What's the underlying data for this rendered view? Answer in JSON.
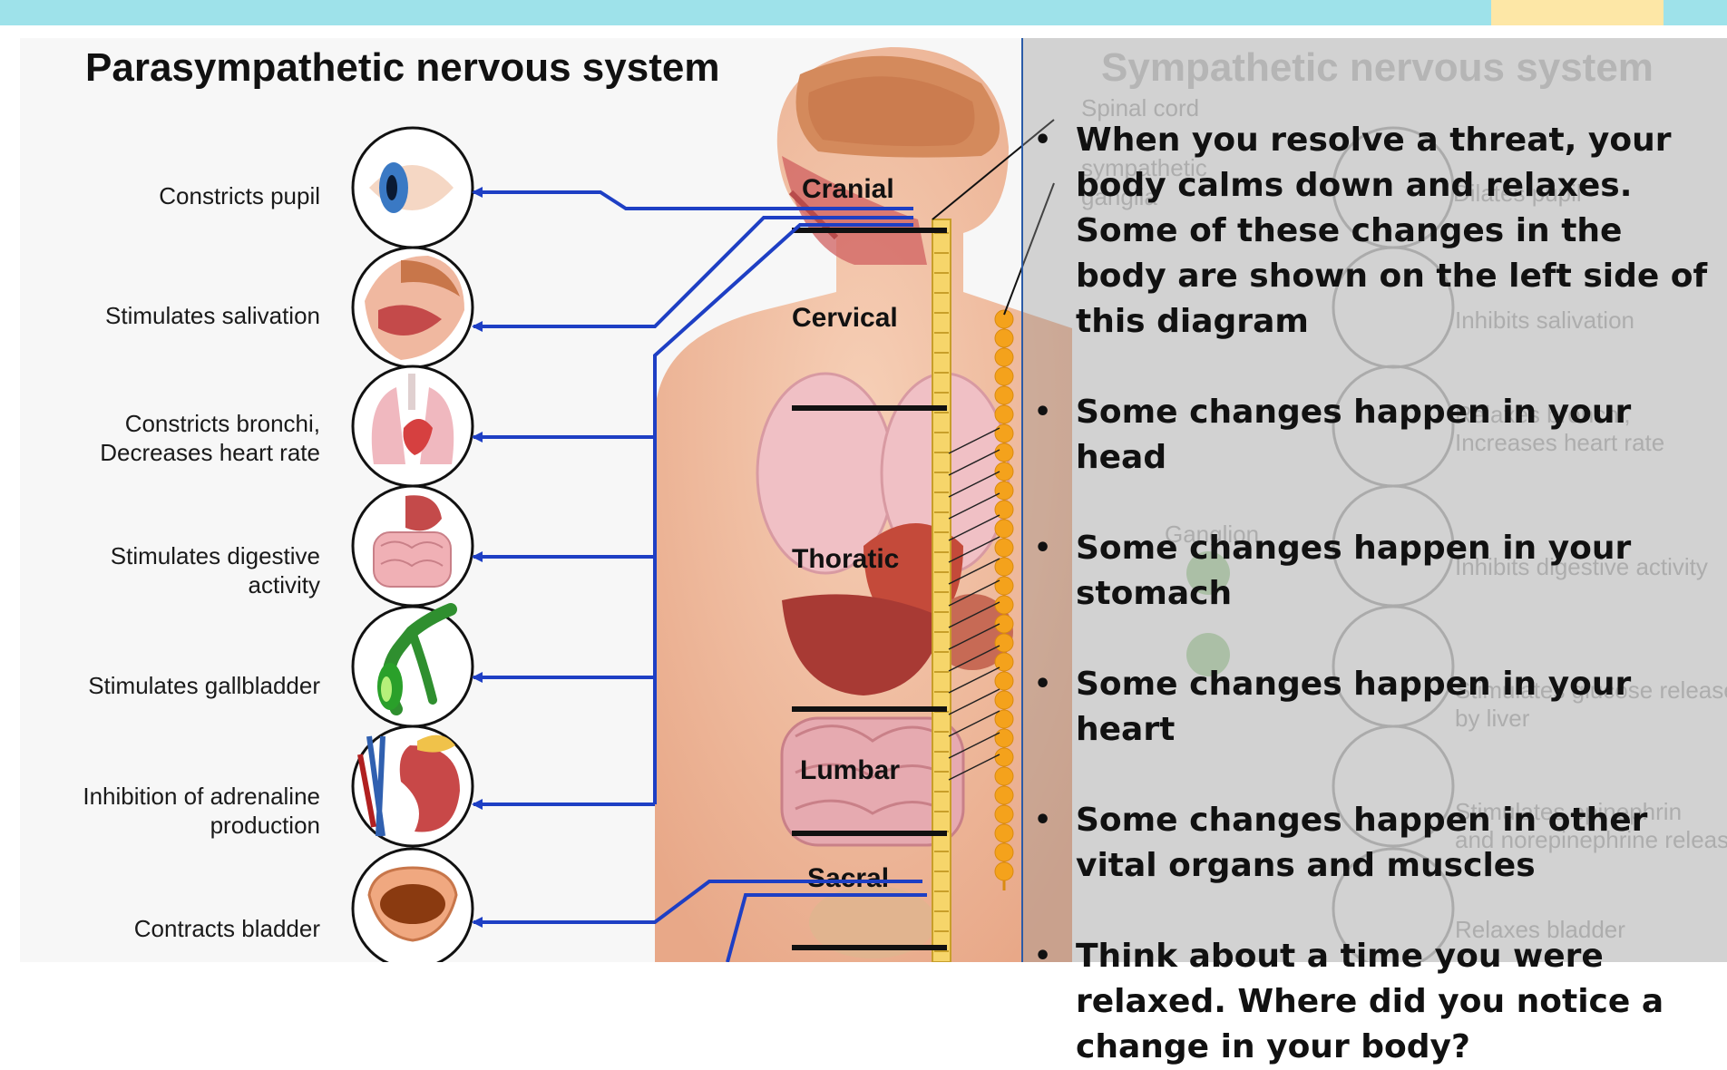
{
  "colors": {
    "top_band": "#9ee2ea",
    "top_accent": "#fde7a6",
    "arrow_blue": "#1e3fc4",
    "spine_yellow": "#f6d56a",
    "chain_orange": "#f4a21c"
  },
  "diagram": {
    "title": "Parasympathetic nervous system",
    "effects": [
      {
        "text": "Constricts pupil",
        "icon": "eye-icon"
      },
      {
        "text": "Stimulates salivation",
        "icon": "salivary-gland-icon"
      },
      {
        "text": "Constricts bronchi,\nDecreases heart rate",
        "icon": "lungs-heart-icon"
      },
      {
        "text": "Stimulates digestive\nactivity",
        "icon": "digestive-tract-icon"
      },
      {
        "text": "Stimulates gallbladder",
        "icon": "gallbladder-icon"
      },
      {
        "text": "Inhibition of adrenaline\nproduction",
        "icon": "kidney-adrenal-icon"
      },
      {
        "text": "Contracts bladder",
        "icon": "bladder-icon"
      }
    ],
    "spine_sections": [
      "Cranial",
      "Cervical",
      "Thoratic",
      "Lumbar",
      "Sacral"
    ],
    "faded_right": {
      "title": "Sympathetic nervous system",
      "labels": [
        "Spinal cord",
        "sympathetic",
        "ganglia",
        "Dilates pupil",
        "Inhibits salivation",
        "Relaxes bronchi,",
        "Increases heart rate",
        "Ganglion",
        "Inhibits digestive activity",
        "Stimulates glucose release",
        "by liver",
        "Stimulates epinephrin",
        "and norepinephrine release",
        "Relaxes bladder"
      ]
    }
  },
  "bullets": [
    "When you resolve a threat, your body calms down and relaxes. Some of these changes in the body are shown on the left side of this diagram",
    "Some changes happen in your head",
    "Some changes happen in your stomach",
    "Some changes happen in your heart",
    "Some changes happen in other vital organs and muscles",
    "Think about a time you were relaxed. Where did you notice a change in your body?"
  ]
}
